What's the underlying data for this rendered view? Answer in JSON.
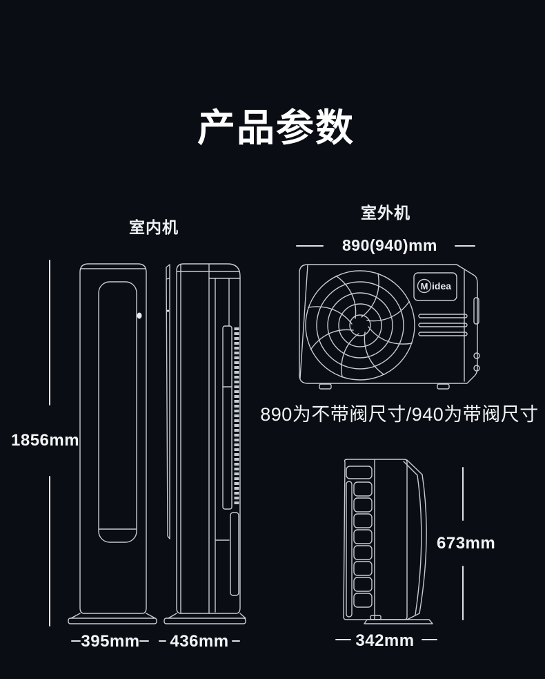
{
  "page": {
    "title": "产品参数"
  },
  "colors": {
    "background": "#0a0d13",
    "line": "#c6ccd3",
    "text": "#f4f6f8"
  },
  "indoor": {
    "label": "室内机",
    "height_label": "1856mm",
    "front_width_label": "395mm",
    "side_depth_label": "436mm"
  },
  "outdoor": {
    "label": "室外机",
    "width_label": "890(940)mm",
    "valve_note": "890为不带阀尺寸/940为带阀尺寸",
    "side_height_label": "673mm",
    "side_depth_label": "342mm",
    "brand_initial": "M",
    "brand_rest": "idea"
  }
}
